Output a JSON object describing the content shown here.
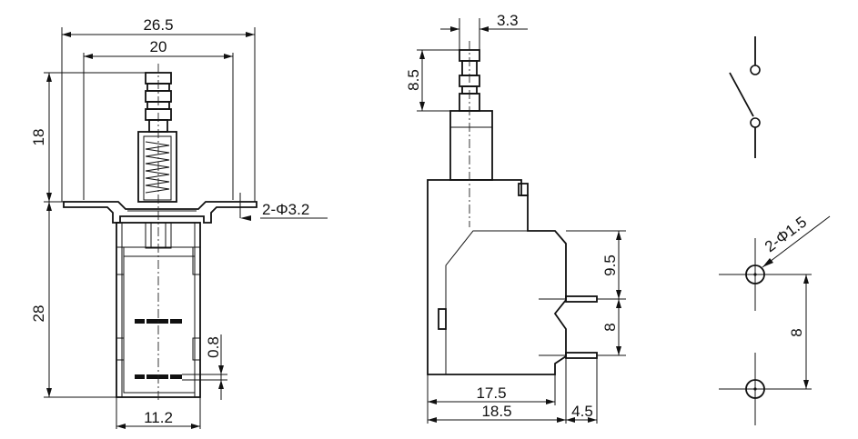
{
  "front_view": {
    "width_outer": "26.5",
    "width_inner": "20",
    "plunger_height": "18",
    "body_height": "28",
    "mount_hole": "2-Φ3.2",
    "contact_gap": "0.8",
    "body_width": "11.2"
  },
  "side_view": {
    "plunger_width": "3.3",
    "plunger_height": "8.5",
    "terminal_offset": "9.5",
    "terminal_pitch": "8",
    "body_depth_inner": "17.5",
    "body_depth_outer": "18.5",
    "terminal_length": "4.5"
  },
  "pcb_layout": {
    "hole_spec": "2-Φ1.5",
    "hole_pitch": "8"
  }
}
